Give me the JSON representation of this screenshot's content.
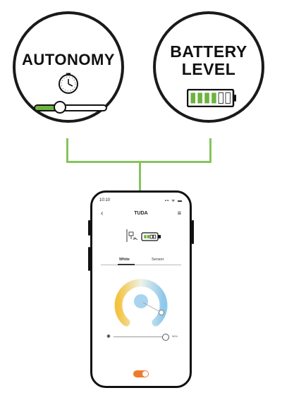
{
  "features": {
    "autonomy": {
      "title": "AUTONOMY",
      "icon": "clock-icon",
      "slider_level": 0.35,
      "accent": "#6db33f"
    },
    "battery": {
      "title_line1": "BATTERY",
      "title_line2": "LEVEL",
      "icon": "battery-icon",
      "bars_filled": 4,
      "bars_total": 6,
      "accent": "#6db33f"
    }
  },
  "connector_color": "#86c45d",
  "phone": {
    "status_time": "10:10",
    "status_icons": "▪▪ ᯤ ▬",
    "nav": {
      "back_icon": "chevron-left-icon",
      "title": "TUDA",
      "menu_icon": "hamburger-menu-icon"
    },
    "device_icon": "lamp-device-icon",
    "battery_bars_filled": 2,
    "battery_bars_total": 4,
    "tabs": [
      {
        "label": "White",
        "active": true
      },
      {
        "label": "Sensor",
        "active": false
      }
    ],
    "color_wheel": {
      "warm_color": "#f5c342",
      "cool_color": "#8ec8ec"
    },
    "brightness": {
      "level": 0.95,
      "value_label": "96%",
      "icon": "sun-icon"
    },
    "toggle": {
      "on": true,
      "color": "#f07a2b"
    }
  }
}
